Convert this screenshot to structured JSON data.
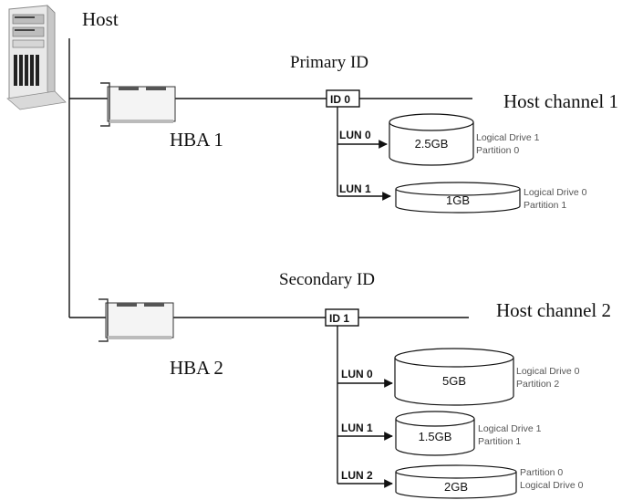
{
  "host": {
    "label": "Host"
  },
  "channels": [
    {
      "label": "Host channel 1",
      "id_role": "Primary ID",
      "hba_label": "HBA 1",
      "id_label": "ID 0"
    },
    {
      "label": "Host channel 2",
      "id_role": "Secondary ID",
      "hba_label": "HBA 2",
      "id_label": "ID 1"
    }
  ],
  "luns": [
    {
      "channel": 0,
      "lun": "LUN 0",
      "capacity": "2.5GB",
      "desc": [
        "Logical Drive 1",
        "Partition 0"
      ]
    },
    {
      "channel": 0,
      "lun": "LUN 1",
      "capacity": "1GB",
      "desc": [
        "Logical Drive 0",
        "Partition 1"
      ]
    },
    {
      "channel": 1,
      "lun": "LUN 0",
      "capacity": "5GB",
      "desc": [
        "Logical Drive 0",
        "Partition 2"
      ]
    },
    {
      "channel": 1,
      "lun": "LUN 1",
      "capacity": "1.5GB",
      "desc": [
        "Logical Drive 1",
        "Partition 1"
      ]
    },
    {
      "channel": 1,
      "lun": "LUN 2",
      "capacity": "2GB",
      "desc": [
        "Partition 0",
        "Logical Drive 0"
      ]
    }
  ]
}
